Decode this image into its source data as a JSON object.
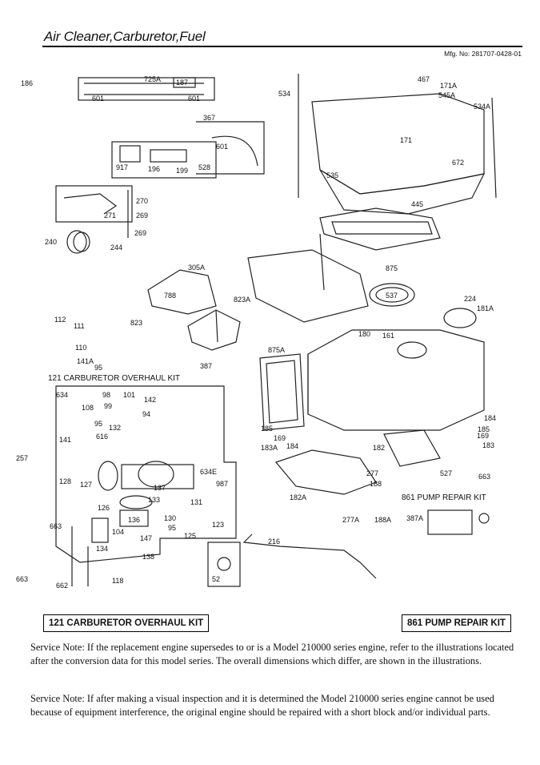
{
  "page": {
    "title": "Air Cleaner,Carburetor,Fuel",
    "mfg_no": "Mfg. No: 281707-0428-01"
  },
  "diagram": {
    "labels": [
      "186",
      "725A",
      "187",
      "601",
      "601",
      "367",
      "601",
      "528",
      "917",
      "196",
      "199",
      "270",
      "271",
      "269",
      "269",
      "240",
      "244",
      "305A",
      "788",
      "823A",
      "823",
      "112",
      "111",
      "110",
      "141A",
      "95",
      "387",
      "634",
      "98",
      "101",
      "142",
      "108",
      "99",
      "94",
      "95",
      "132",
      "616",
      "141",
      "257",
      "128",
      "127",
      "137",
      "634E",
      "133",
      "131",
      "987",
      "126",
      "136",
      "130",
      "95",
      "663",
      "104",
      "147",
      "125",
      "123",
      "134",
      "138",
      "663",
      "662",
      "118",
      "52",
      "216",
      "534",
      "467",
      "171A",
      "545A",
      "534A",
      "171",
      "672",
      "535",
      "445",
      "875",
      "537",
      "224",
      "181A",
      "180",
      "161",
      "875A",
      "185",
      "169",
      "183A",
      "184",
      "182",
      "184",
      "185",
      "169",
      "183",
      "277",
      "188",
      "527",
      "663",
      "182A",
      "277A",
      "188A",
      "387A"
    ],
    "header_carburetor_kit": "121 CARBURETOR OVERHAUL KIT",
    "header_pump_kit": "861 PUMP REPAIR KIT"
  },
  "kits": {
    "carburetor": "121 CARBURETOR OVERHAUL KIT",
    "pump": "861 PUMP REPAIR KIT"
  },
  "notes": [
    "Service Note: If the replacement engine supersedes to or is a Model 210000 series engine, refer to the illustrations located after the conversion data for this model series. The overall dimensions which differ, are shown in the illustrations.",
    "Service Note: If after making a visual inspection and it is determined the Model 210000 series engine cannot be used because of equipment interference, the original engine should be repaired with a short block and/or individual parts."
  ]
}
